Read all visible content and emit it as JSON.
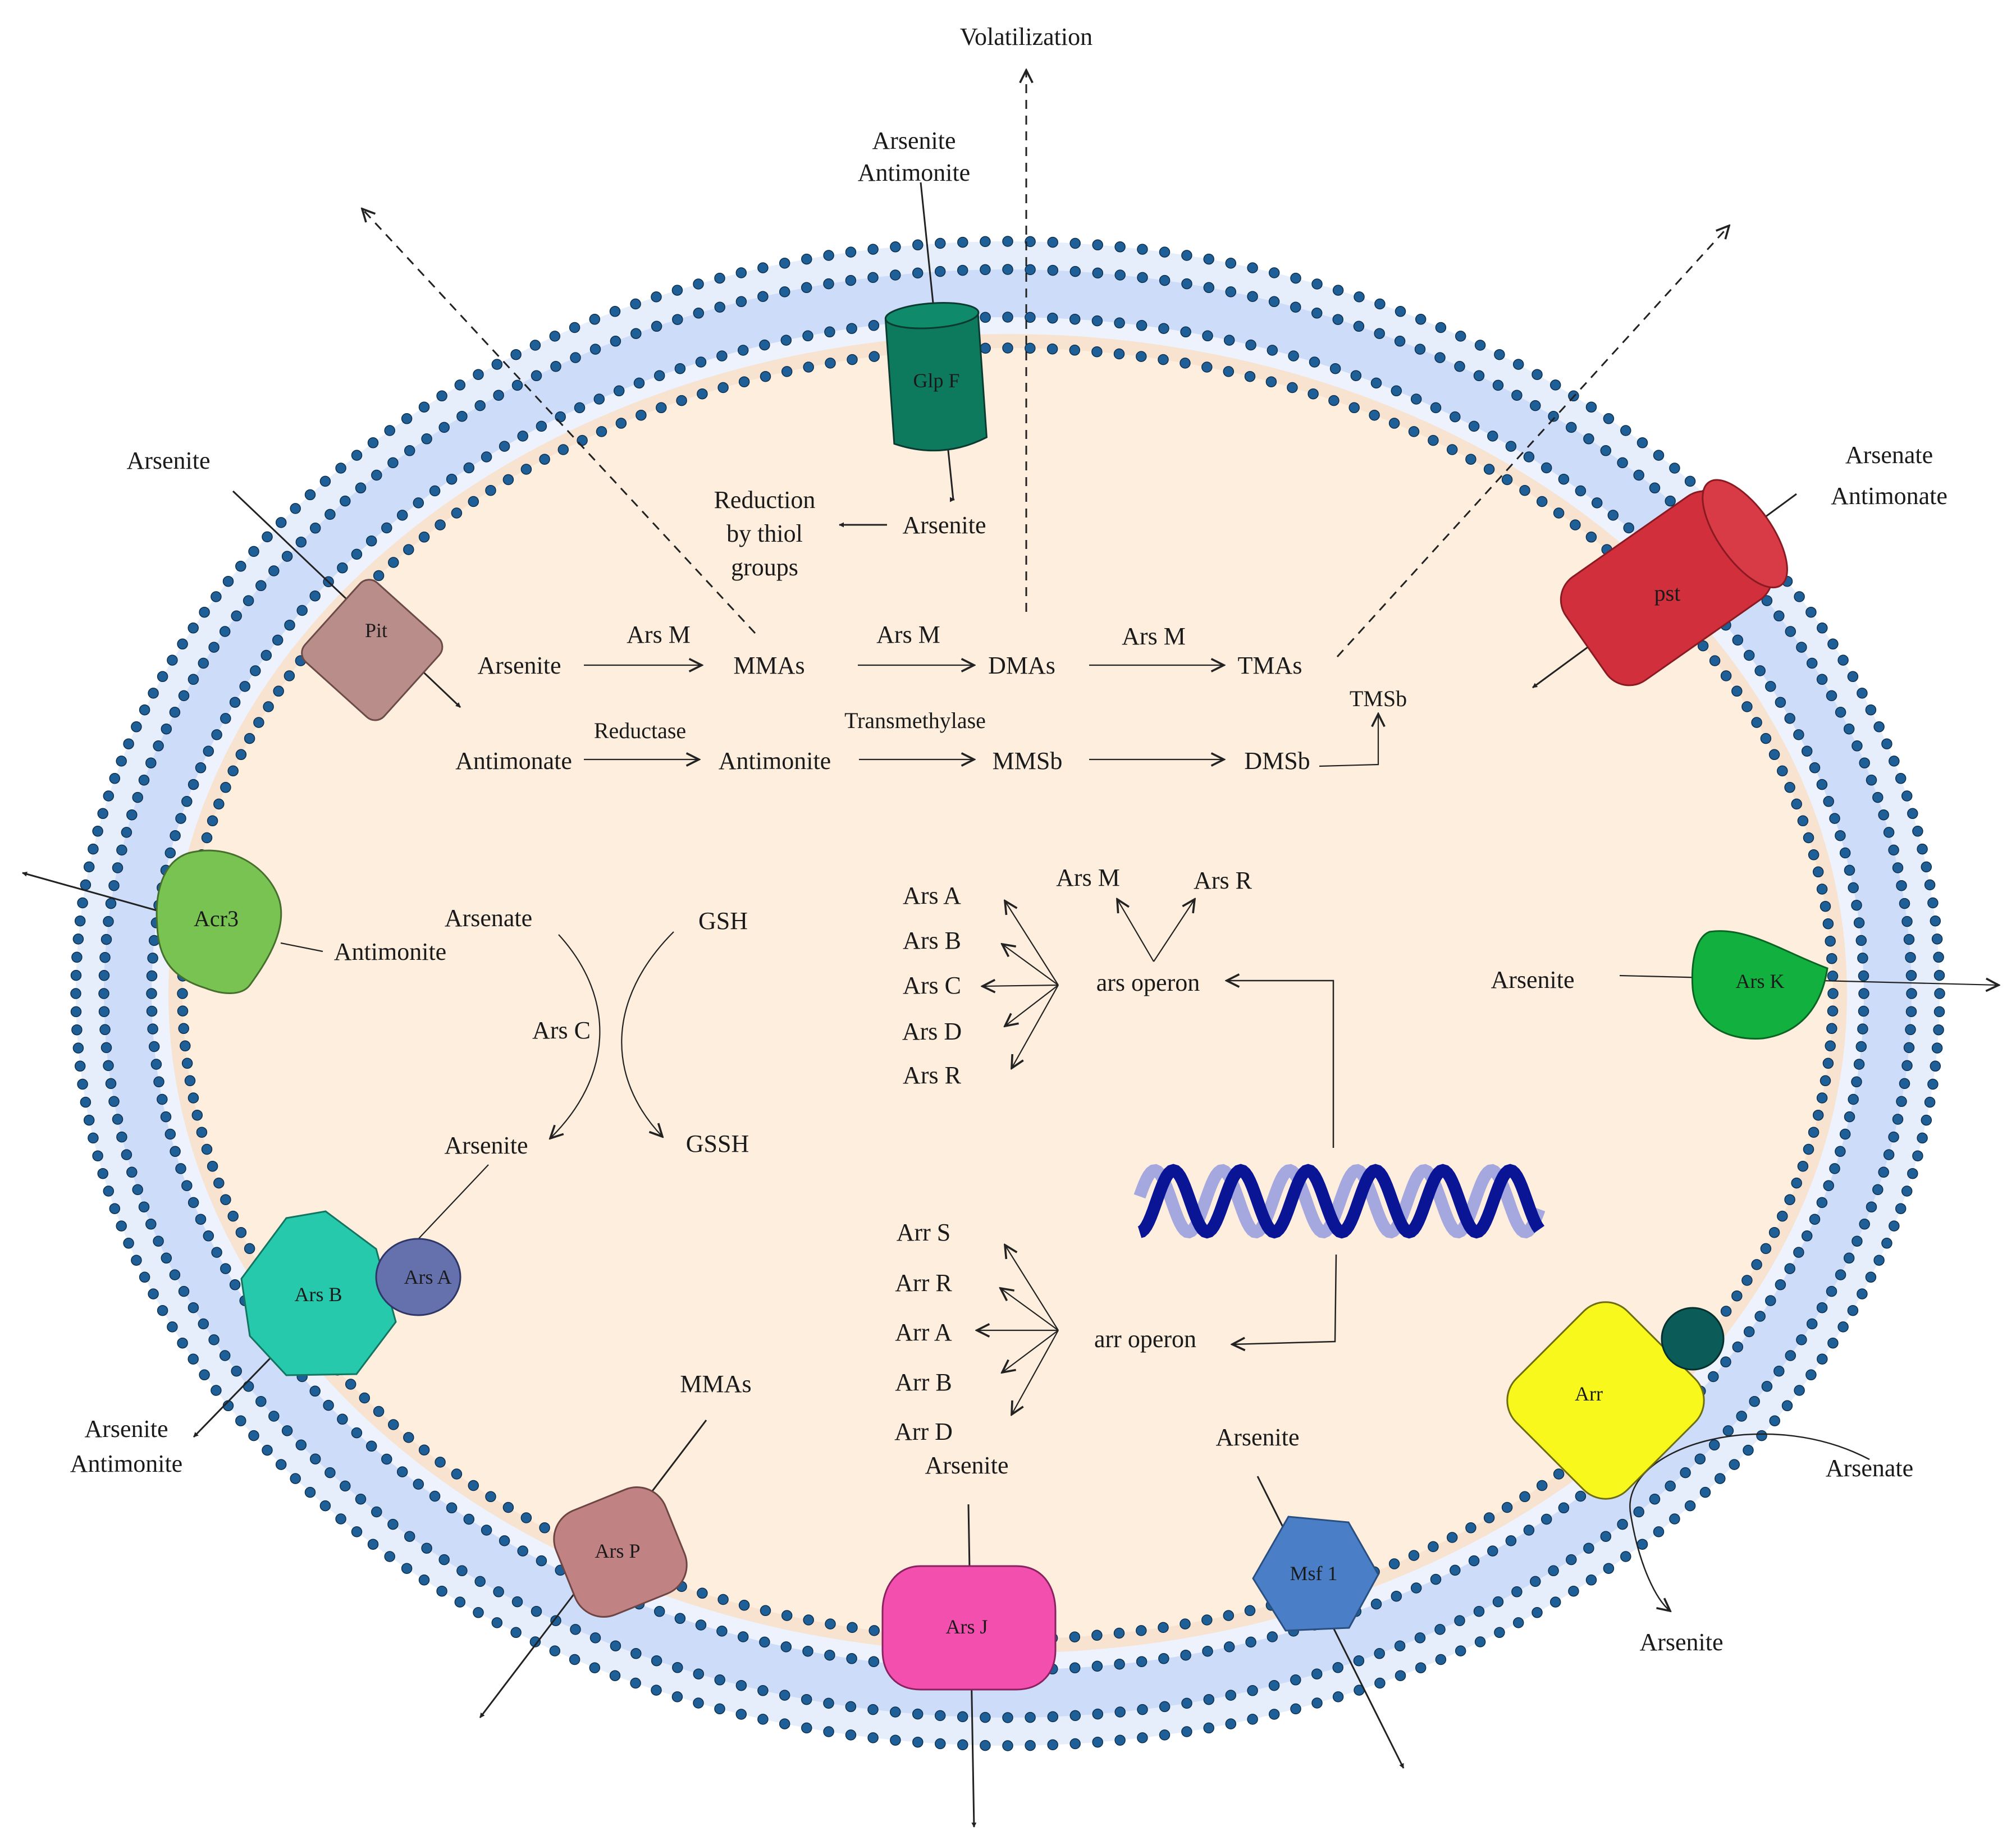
{
  "labels": {
    "volatilization": "Volatilization",
    "glpf_in1": "Arsenite",
    "glpf_in2": "Antimonite",
    "glpf_out": "Arsenite",
    "reduction": [
      "Reduction",
      "by thiol",
      "groups"
    ],
    "pit_in": "Arsenite",
    "pst_in1": "Arsenate",
    "pst_in2": "Antimonate",
    "arsm1": "Ars M",
    "arsm2": "Ars M",
    "arsm3": "Ars M",
    "arsenite_met": "Arsenite",
    "mmas": "MMAs",
    "dmas": "DMAs",
    "tmas": "TMAs",
    "tmsb": "TMSb",
    "reductase": "Reductase",
    "transmethylase": "Transmethylase",
    "antimonate": "Antimonate",
    "antimonite": "Antimonite",
    "mmsb": "MMSb",
    "dmsb": "DMSb",
    "acr3_antimonite": "Antimonite",
    "arsc_arsenate": "Arsenate",
    "arsc_gsh": "GSH",
    "arsc_label": "Ars C",
    "arsc_arsenite": "Arsenite",
    "arsc_gssh": "GSSH",
    "ars_operon": "ars operon",
    "ars_genes": [
      "Ars A",
      "Ars B",
      "Ars C",
      "Ars D",
      "Ars R"
    ],
    "ars_genes_top": [
      "Ars M",
      "Ars R"
    ],
    "arr_operon": "arr operon",
    "arr_genes": [
      "Arr S",
      "Arr R",
      "Arr A",
      "Arr B",
      "Arr D"
    ],
    "arsk_in": "Arsenite",
    "arsb_out1": "Arsenite",
    "arsb_out2": "Antimonite",
    "arsp_in": "MMAs",
    "arsj_in": "Arsenite",
    "msf_in": "Arsenite",
    "arr_in": "Arsenate",
    "arr_out": "Arsenite"
  },
  "proteins": {
    "glpf": "Glp F",
    "pit": "Pit",
    "pst": "pst",
    "acr3": "Acr3",
    "arsk": "Ars K",
    "arsb": "Ars B",
    "arsa": "Ars A",
    "arsp": "Ars P",
    "arsj": "Ars J",
    "msf1": "Msf 1",
    "arr": "Arr"
  },
  "colors": {
    "cytoplasm": "#fdeedd",
    "periplasm": "#cddcf8",
    "lipid_head": "#1f5f97",
    "glpf": "#0d7a5e",
    "pit": "#b98e8a",
    "pst": "#d22f3c",
    "acr3": "#79c352",
    "arsk": "#12b03f",
    "arsb": "#26c9ab",
    "arsa": "#6571ad",
    "arsp": "#c08282",
    "arsj": "#f24fae",
    "msf1": "#4a7fc8",
    "arr": "#f8f81c",
    "arr_cap": "#0b5b58",
    "dna_dark": "#0a1596",
    "dna_light": "#a4a8de"
  }
}
